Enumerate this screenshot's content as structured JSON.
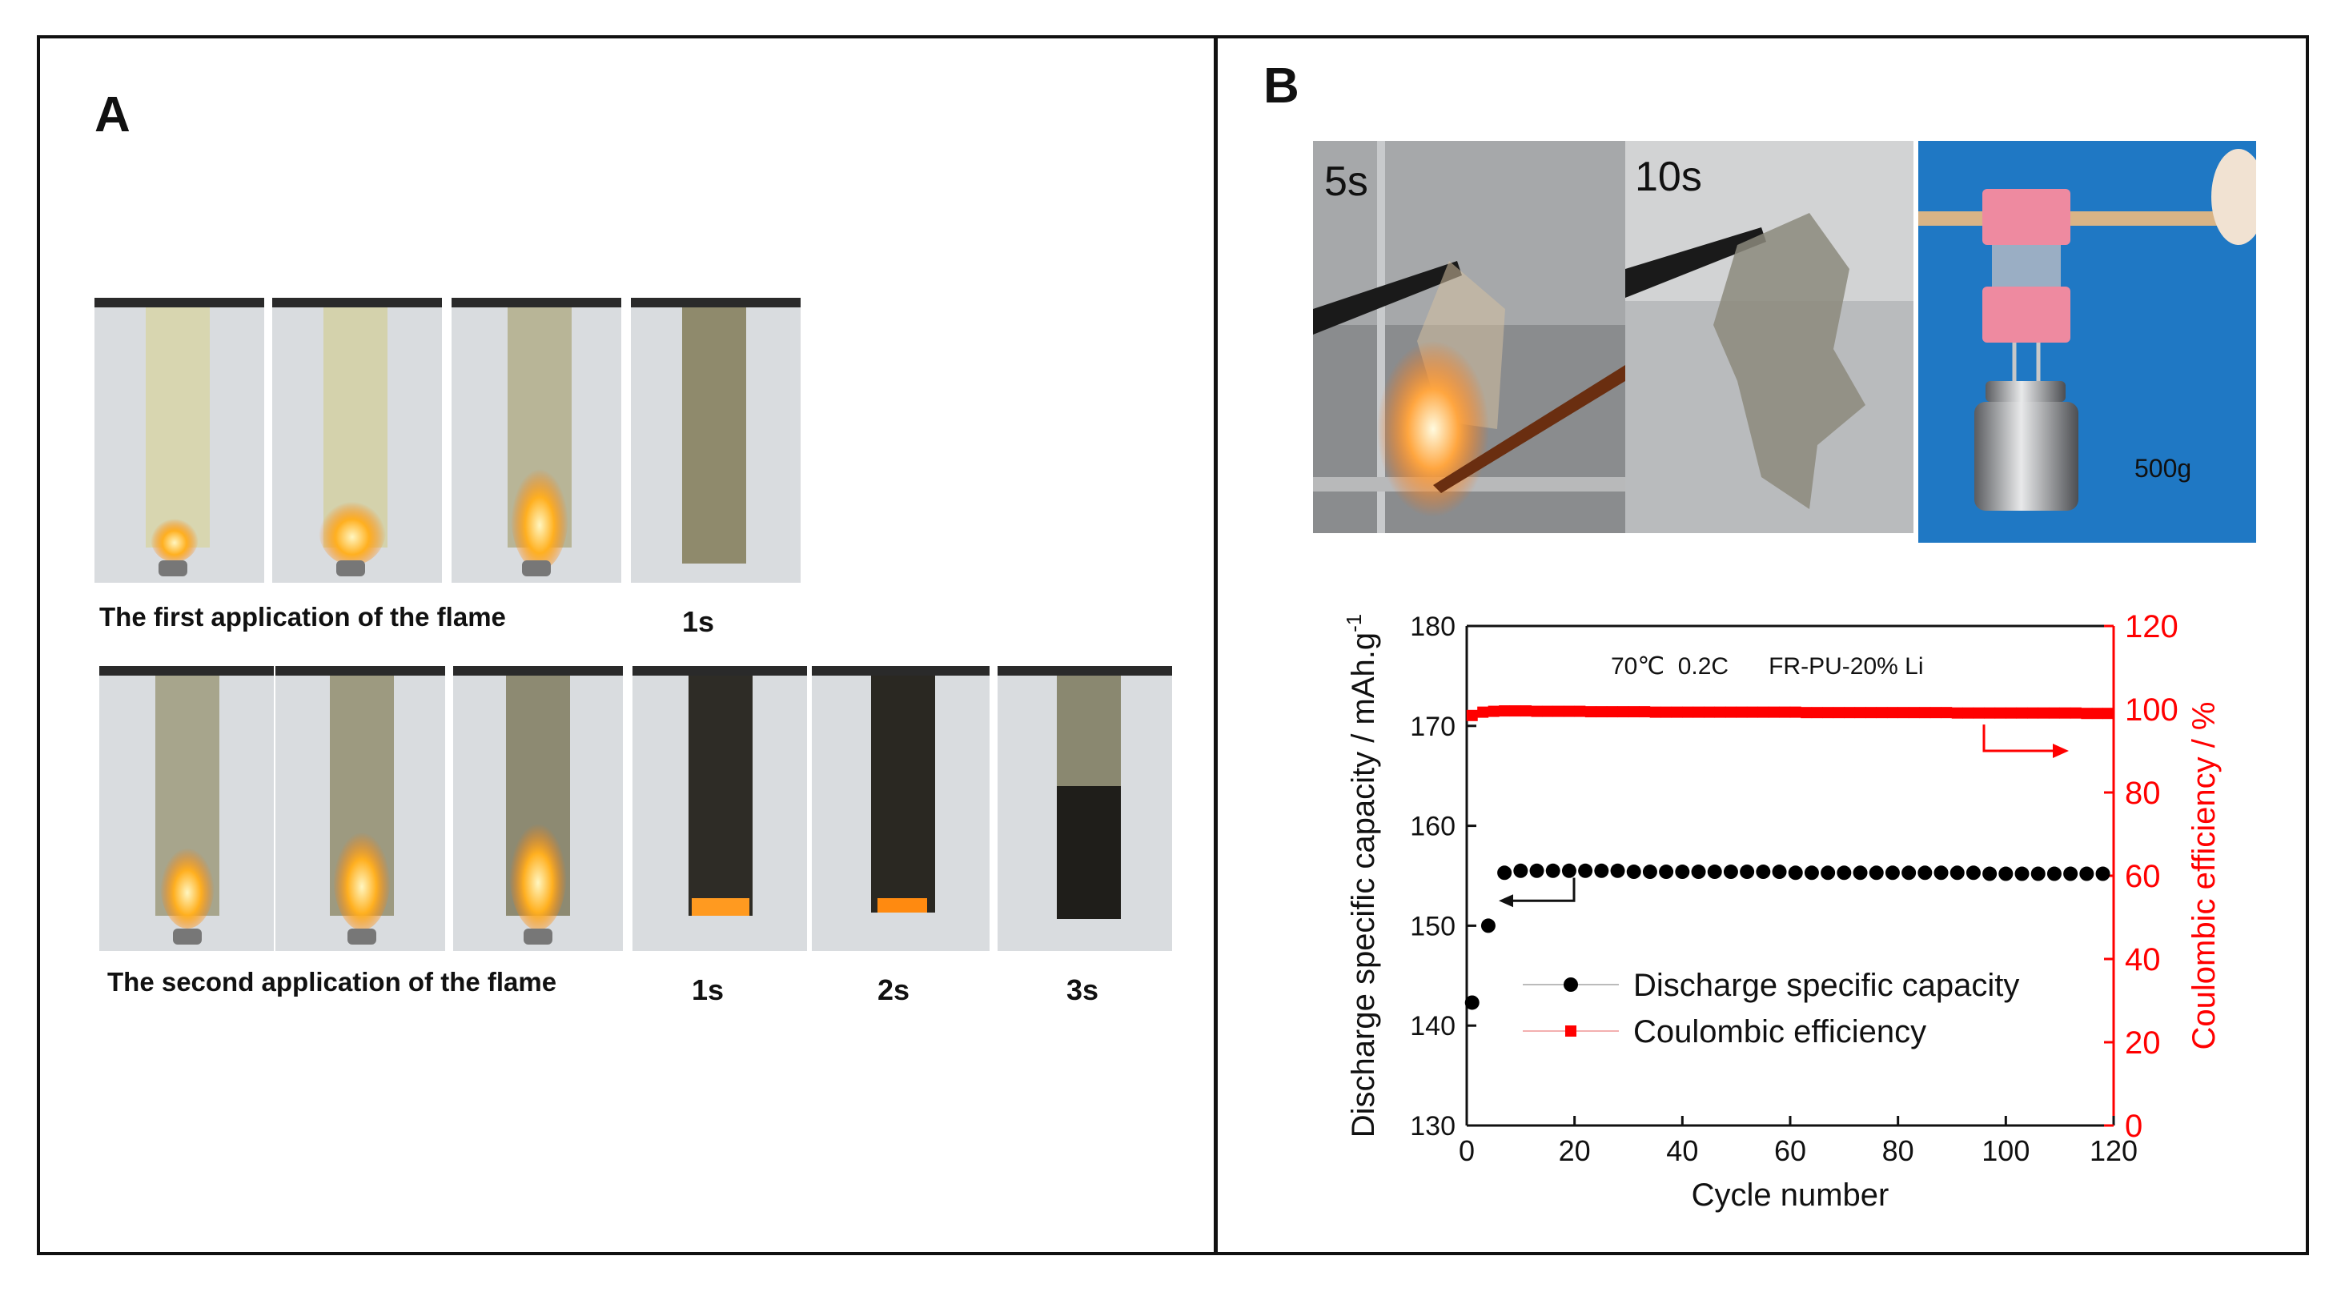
{
  "panel_a": {
    "letter": "A",
    "row1_caption": "The first application of the flame",
    "row1_times": [
      "1s"
    ],
    "row2_caption": "The second application of the flame",
    "row2_times": [
      "1s",
      "2s",
      "3s"
    ]
  },
  "panel_b": {
    "letter": "B",
    "photo_labels": [
      "5s",
      "10s",
      "500g"
    ]
  },
  "chart_data": {
    "type": "scatter",
    "annotation": "70℃  0.2C      FR-PU-20% Li",
    "xlabel": "Cycle number",
    "ylabel": "Discharge specific capacity / mAh.g",
    "ylabel_superscript": "-1",
    "y2label": "Coulombic efficiency / %",
    "xlim": [
      0,
      120
    ],
    "ylim": [
      130,
      180
    ],
    "y2lim": [
      0,
      120
    ],
    "xticks": [
      "0",
      "20",
      "40",
      "60",
      "80",
      "100",
      "120"
    ],
    "yticks": [
      "130",
      "140",
      "150",
      "160",
      "170",
      "180"
    ],
    "y2ticks": [
      "0",
      "20",
      "40",
      "60",
      "80",
      "100",
      "120"
    ],
    "colors": {
      "capacity": "#000000",
      "efficiency": "#ff0000"
    },
    "series": [
      {
        "name": "Discharge specific capacity",
        "axis": "left",
        "x": [
          1,
          4,
          7,
          10,
          13,
          16,
          19,
          22,
          25,
          28,
          31,
          34,
          37,
          40,
          43,
          46,
          49,
          52,
          55,
          58,
          61,
          64,
          67,
          70,
          73,
          76,
          79,
          82,
          85,
          88,
          91,
          94,
          97,
          100,
          103,
          106,
          109,
          112,
          115,
          118
        ],
        "values": [
          142.3,
          150.0,
          155.3,
          155.5,
          155.5,
          155.5,
          155.5,
          155.5,
          155.5,
          155.5,
          155.4,
          155.4,
          155.4,
          155.4,
          155.4,
          155.4,
          155.4,
          155.4,
          155.4,
          155.4,
          155.3,
          155.3,
          155.3,
          155.3,
          155.3,
          155.3,
          155.3,
          155.3,
          155.3,
          155.3,
          155.3,
          155.3,
          155.2,
          155.2,
          155.2,
          155.2,
          155.2,
          155.2,
          155.2,
          155.2
        ]
      },
      {
        "name": "Coulombic efficiency",
        "axis": "right",
        "x": [
          1,
          3,
          5,
          7,
          9,
          11,
          13,
          15,
          17,
          19,
          21,
          23,
          25,
          27,
          29,
          31,
          33,
          35,
          37,
          39,
          41,
          43,
          45,
          47,
          49,
          51,
          53,
          55,
          57,
          59,
          61,
          63,
          65,
          67,
          69,
          71,
          73,
          75,
          77,
          79,
          81,
          83,
          85,
          87,
          89,
          91,
          93,
          95,
          97,
          99,
          101,
          103,
          105,
          107,
          109,
          111,
          113,
          115,
          117,
          119
        ],
        "values": [
          98.5,
          99.3,
          99.5,
          99.6,
          99.6,
          99.6,
          99.5,
          99.5,
          99.5,
          99.5,
          99.5,
          99.4,
          99.4,
          99.4,
          99.4,
          99.4,
          99.4,
          99.3,
          99.3,
          99.3,
          99.3,
          99.3,
          99.3,
          99.3,
          99.3,
          99.3,
          99.3,
          99.3,
          99.3,
          99.3,
          99.3,
          99.2,
          99.2,
          99.2,
          99.2,
          99.2,
          99.2,
          99.2,
          99.2,
          99.2,
          99.2,
          99.2,
          99.2,
          99.2,
          99.2,
          99.1,
          99.1,
          99.1,
          99.1,
          99.1,
          99.1,
          99.1,
          99.1,
          99.1,
          99.1,
          99.1,
          99.1,
          99.0,
          99.0,
          99.0
        ]
      }
    ]
  }
}
